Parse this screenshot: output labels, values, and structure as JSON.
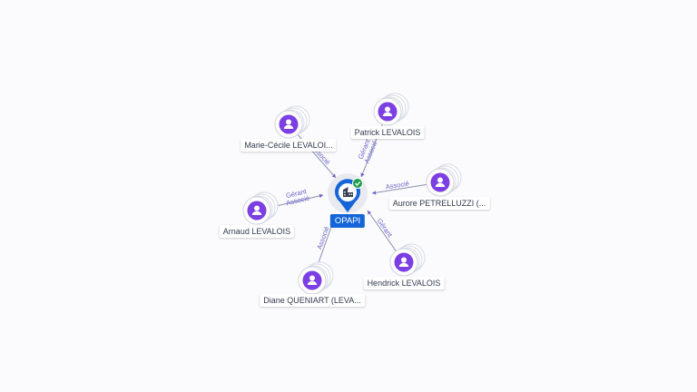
{
  "center": {
    "label": "OPAPI",
    "icon": "building-icon",
    "status_icon": "check-badge-icon",
    "colors": {
      "pin": "#1565d8",
      "status": "#1e9e4a"
    }
  },
  "colors": {
    "person_disc": "#7b3fe4",
    "edge_label": "#6a63c9",
    "edge_line": "#8b8fb0"
  },
  "persons": [
    {
      "id": "marie-cecile",
      "name": "Marie-Cécile LEVALOI...",
      "roles": [
        "Associé"
      ]
    },
    {
      "id": "patrick",
      "name": "Patrick LEVALOIS",
      "roles": [
        "Gérant",
        "Associé"
      ]
    },
    {
      "id": "aurore",
      "name": "Aurore PETRELLUZZI (...",
      "roles": [
        "Associé"
      ]
    },
    {
      "id": "arnaud",
      "name": "Arnaud LEVALOIS",
      "roles": [
        "Gérant",
        "Associé"
      ]
    },
    {
      "id": "hendrick",
      "name": "Hendrick LEVALOIS",
      "roles": [
        "Gérant"
      ]
    },
    {
      "id": "diane",
      "name": "Diane QUENIART (LEVA...",
      "roles": [
        "Associé"
      ]
    }
  ]
}
